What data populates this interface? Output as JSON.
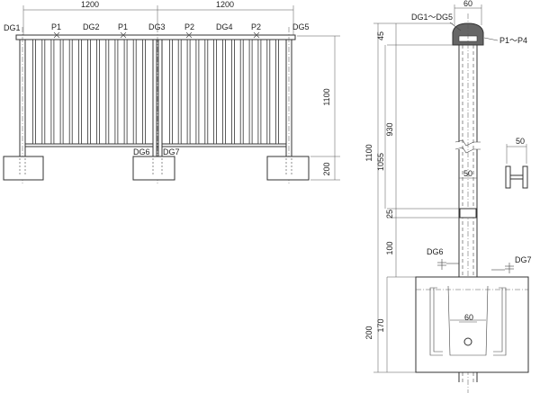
{
  "colors": {
    "line": "#333333",
    "background": "#ffffff",
    "cap": "#666666"
  },
  "elevation": {
    "dim_left_width": "1200",
    "dim_right_width": "1200",
    "dim_height": "1100",
    "dim_base": "200",
    "labels": {
      "dg1": "DG1",
      "p1_a": "P1",
      "dg2": "DG2",
      "p1_b": "P1",
      "dg3": "DG3",
      "p2_a": "P2",
      "dg4": "DG4",
      "p2_b": "P2",
      "dg5": "DG5",
      "dg6": "DG6",
      "dg7": "DG7"
    }
  },
  "section": {
    "dim_top_width": "60",
    "dim_45": "45",
    "dim_930": "930",
    "dim_1055": "1055",
    "dim_1100": "1100",
    "dim_25": "25",
    "dim_100": "100",
    "dim_170": "170",
    "dim_200": "200",
    "dim_50_inner": "50",
    "dim_60_inner": "60",
    "dim_50_detail": "50",
    "labels": {
      "dg1_dg5": "DG1～DG5",
      "p1_p4": "P1～P4",
      "dg6": "DG6",
      "dg7": "DG7"
    }
  }
}
